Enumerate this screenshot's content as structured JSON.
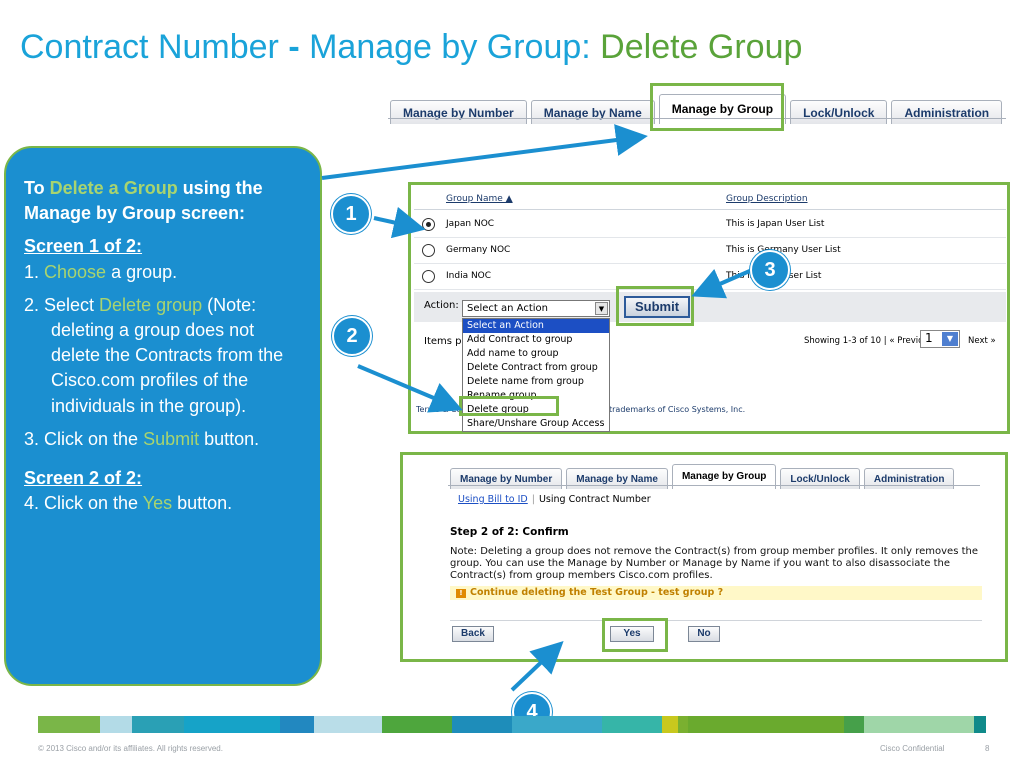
{
  "slide": {
    "title_part1": "Contract Number ",
    "title_dash": "-",
    "title_part2": " Manage by Group: ",
    "title_part3": "Delete Group"
  },
  "top_tabs": [
    {
      "label": "Manage by Number"
    },
    {
      "label": "Manage by Name"
    },
    {
      "label": "Manage by Group"
    },
    {
      "label": "Lock/Unlock"
    },
    {
      "label": "Administration"
    }
  ],
  "info": {
    "intro_to": "To ",
    "intro_hl": "Delete a Group",
    "intro_rest": " using the Manage by Group screen:",
    "screen1_hdr": "Screen 1 of 2:",
    "step1_num": "1. ",
    "step1_hl": "Choose",
    "step1_rest": " a group.",
    "step2_num": "2. Select ",
    "step2_hl": "Delete group",
    "step2_rest": " (Note: deleting a group does not delete the Contracts from the Cisco.com profiles of the individuals in the group).",
    "step3_num": "3. Click on the ",
    "step3_hl": "Submit",
    "step3_rest": " button.",
    "screen2_hdr": "Screen 2 of 2:",
    "step4_num": "4. Click on the ",
    "step4_hl": "Yes",
    "step4_rest": " button."
  },
  "callouts": [
    "1",
    "2",
    "3",
    "4"
  ],
  "screen1": {
    "col_name": "Group Name ▲",
    "col_desc": "Group Description",
    "rows": [
      {
        "name": "Japan NOC",
        "desc": "This is Japan User List"
      },
      {
        "name": "Germany NOC",
        "desc": "This is Germany User List"
      },
      {
        "name": "India NOC",
        "desc": "This is India User List"
      }
    ],
    "action_label": "Action:",
    "select_value": "Select an Action",
    "submit": "Submit",
    "options": [
      "Select an Action",
      "Add Contract to group",
      "Add name to group",
      "Delete Contract from group",
      "Delete name from group",
      "Rename group",
      "Delete group",
      "Share/Unshare Group Access"
    ],
    "items_per": "Items pe",
    "pager_text": "Showing 1-3 of 10 | « Previous",
    "pager_value": "1",
    "pager_next": "Next »",
    "terms": "Terms & Co",
    "terms_right": "trademarks of Cisco Systems, Inc."
  },
  "screen2": {
    "tabs": [
      {
        "label": "Manage by Number"
      },
      {
        "label": "Manage by Name"
      },
      {
        "label": "Manage by Group"
      },
      {
        "label": "Lock/Unlock"
      },
      {
        "label": "Administration"
      }
    ],
    "sub_link": "Using Bill to ID",
    "sub_current": "Using Contract Number",
    "step": "Step 2 of 2: Confirm",
    "note": "Note: Deleting a group does not remove the Contract(s) from group member profiles. It only removes the group. You can use the Manage by Number or Manage by Name if you want to also disassociate the Contract(s) from group members Cisco.com profiles.",
    "warning": "Continue deleting the Test Group - test group ?",
    "back": "Back",
    "yes": "Yes",
    "no": "No"
  },
  "footer": {
    "copyright": "© 2013 Cisco and/or its affiliates. All rights reserved.",
    "confidential": "Cisco Confidential",
    "page": "8"
  },
  "colors": {
    "title_blue": "#1aa3d9",
    "title_green": "#5aa33a",
    "box_blue": "#1b8fd0",
    "highlight_green": "#7ab648"
  }
}
